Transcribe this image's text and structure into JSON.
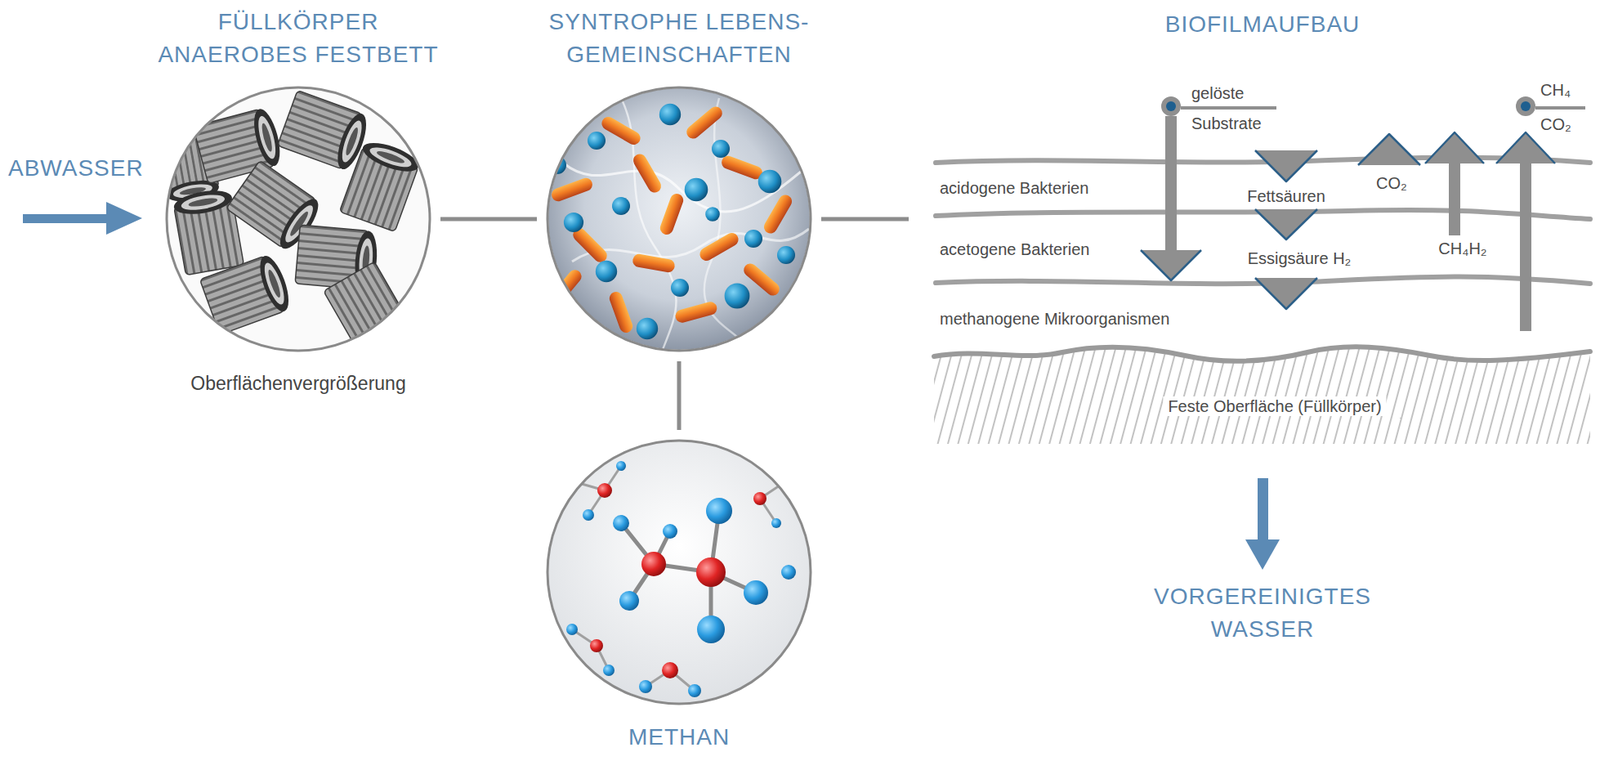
{
  "diagram": {
    "nodes": [
      {
        "text": [
          "FÜLLKÖRPER ANAEROBES FESTBETT",
          "Oberflächenvergrößerung"
        ]
      },
      {
        "text": [
          "SYNTROPHE LEBENS- GEMEINSCHAFTEN"
        ]
      },
      {
        "text": [
          "BIOFILMAUFBAU"
        ]
      },
      {
        "text": [
          "METHAN"
        ]
      }
    ],
    "edges": [
      {
        "from": 0,
        "to": 1,
        "arrow": "none"
      },
      {
        "from": 1,
        "to": 2,
        "arrow": "none"
      },
      {
        "from": 1,
        "to": 3,
        "arrow": "none"
      }
    ],
    "labels": [
      "ABWASSER",
      "gelöste",
      "Substrate",
      "CH₄",
      "CO₂",
      "acidogene Bakterien",
      "Fettsäuren",
      "CO₂",
      "acetogene Bakterien",
      "Essigsäure H₂",
      "CH₄H₂",
      "methanogene Mikroorganismen",
      "Feste Oberfläche (Füllkörper)",
      "VORGEREINIGTES WASSER"
    ]
  }
}
